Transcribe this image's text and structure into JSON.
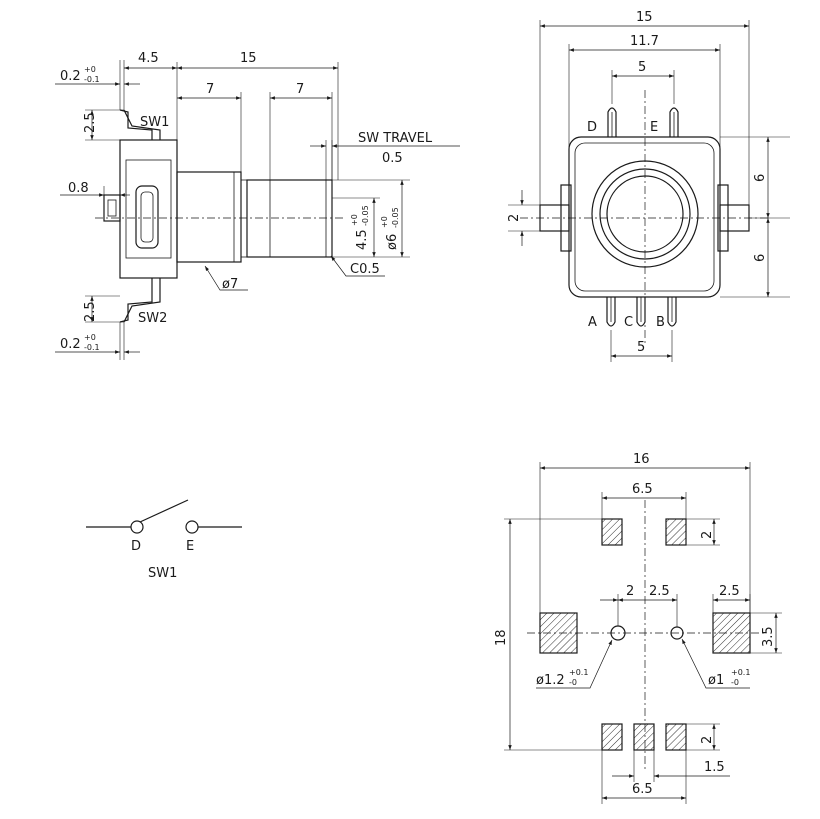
{
  "side_view": {
    "dims": {
      "tol_top_val": "0.2",
      "tol_top_sup": "+0",
      "tol_top_sub": "-0.1",
      "d_4_5": "4.5",
      "d_15": "15",
      "d_7a": "7",
      "d_7b": "7",
      "d_2_5_top": "2.5",
      "d_0_8": "0.8",
      "d_2_5_bot": "2.5",
      "tol_bot_val": "0.2",
      "tol_bot_sup": "+0",
      "tol_bot_sub": "-0.1",
      "shaft_flat_val": "4.5",
      "shaft_flat_sup": "+0",
      "shaft_flat_sub": "-0.05",
      "shaft_dia_val": "ø6",
      "shaft_dia_sup": "+0",
      "shaft_dia_sub": "-0.05",
      "bushing_dia": "ø7",
      "chamfer": "C0.5",
      "sw_travel_label": "SW TRAVEL",
      "sw_travel_value": "0.5"
    },
    "labels": {
      "sw1": "SW1",
      "sw2": "SW2"
    }
  },
  "front_view": {
    "dims": {
      "d_15": "15",
      "d_11_7": "11.7",
      "d_5_top": "5",
      "d_5_bot": "5",
      "d_6_top": "6",
      "d_6_bot": "6",
      "d_2": "2"
    },
    "pins": {
      "d": "D",
      "e": "E",
      "a": "A",
      "c": "C",
      "b": "B"
    }
  },
  "schematic": {
    "pin_d": "D",
    "pin_e": "E",
    "name": "SW1"
  },
  "footprint": {
    "dims": {
      "d_16": "16",
      "d_6_5_top": "6.5",
      "d_2_top": "2",
      "d_18": "18",
      "d_2_mid": "2",
      "d_2_5_mid": "2.5",
      "d_2_5_right": "2.5",
      "d_3_5": "3.5",
      "hole_left_val": "ø1.2",
      "hole_left_sup": "+0.1",
      "hole_left_sub": "-0",
      "hole_right_val": "ø1",
      "hole_right_sup": "+0.1",
      "hole_right_sub": "-0",
      "d_2_bot": "2",
      "d_1_5": "1.5",
      "d_6_5_bot": "6.5"
    }
  }
}
